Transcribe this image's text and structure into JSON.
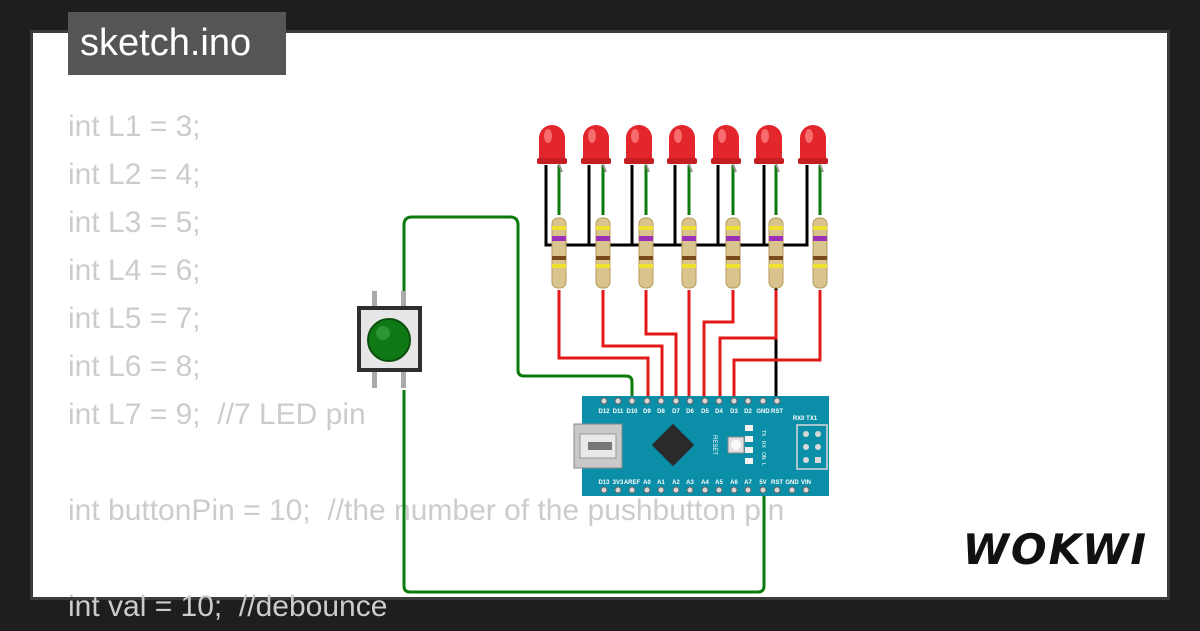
{
  "window": {
    "tab_title": "sketch.ino"
  },
  "code": {
    "lines": [
      "int L1 = 3;",
      "int L2 = 4;",
      "int L3 = 5;",
      "int L4 = 6;",
      "int L5 = 7;",
      "int L6 = 8;",
      "int L7 = 9;  //7 LED pin",
      "",
      "int buttonPin = 10;  //the number of the pushbutton pin",
      "",
      "int val = 10;  //debounce"
    ]
  },
  "board": {
    "top_pins": [
      "D12",
      "D11",
      "D10",
      "D9",
      "D8",
      "D7",
      "D6",
      "D5",
      "D4",
      "D3",
      "D2",
      "GND",
      "RST"
    ],
    "bottom_pins": [
      "D13",
      "3V3",
      "AREF",
      "A0",
      "A1",
      "A2",
      "A3",
      "A4",
      "A5",
      "A6",
      "A7",
      "5V",
      "RST",
      "GND",
      "VIN"
    ],
    "rx_tx_label": "RX0 TX1",
    "reset_label": "RESET",
    "indicator_labels": [
      "TX",
      "RX",
      "ON",
      "L"
    ]
  },
  "brand": {
    "logo": "WOKWI"
  },
  "colors": {
    "led": "#e3262b",
    "wire_red": "#e11919",
    "wire_black": "#000000",
    "wire_green": "#0d7a0d",
    "board": "#0b8fa8",
    "button_cap": "#0f7a15"
  }
}
